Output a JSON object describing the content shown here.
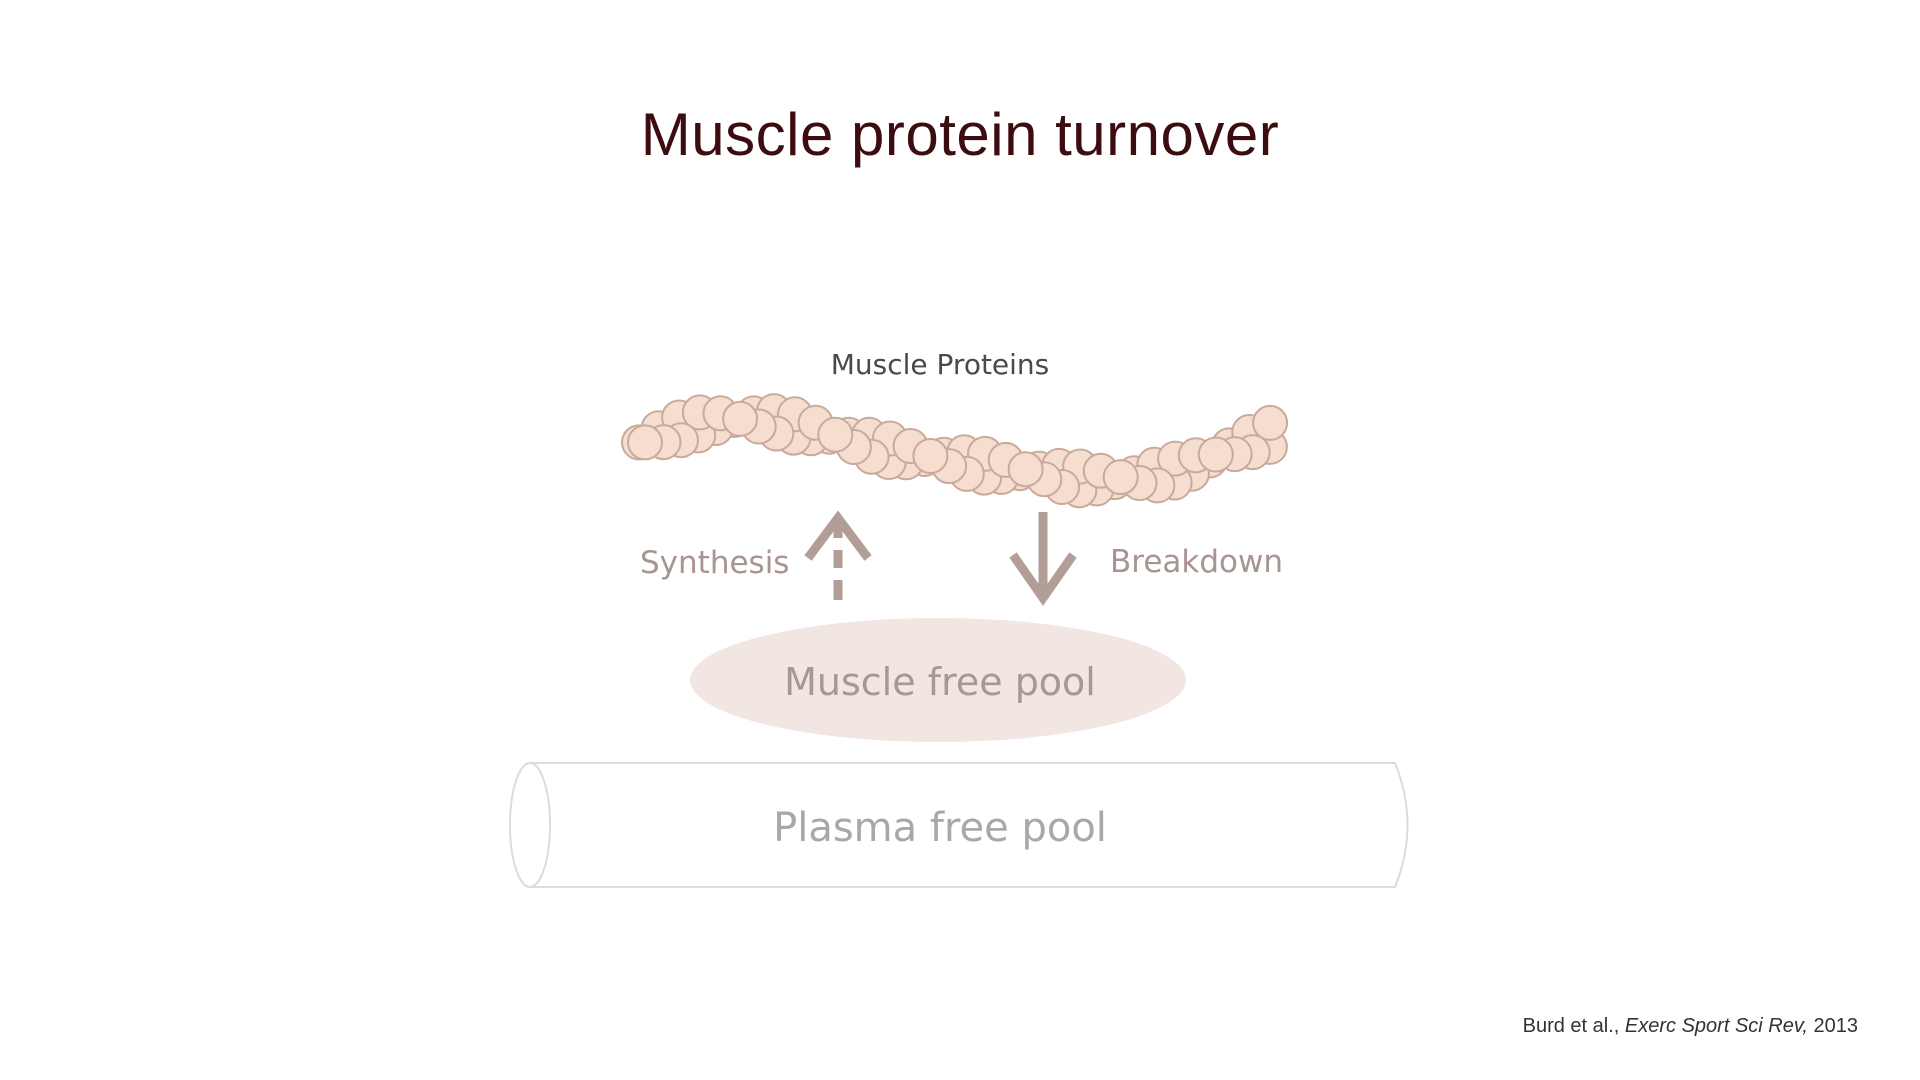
{
  "slide": {
    "title": "Muscle protein turnover",
    "labels": {
      "muscle_proteins": "Muscle Proteins",
      "synthesis": "Synthesis",
      "breakdown": "Breakdown",
      "muscle_free_pool": "Muscle free pool",
      "plasma_free_pool": "Plasma free pool"
    },
    "citation": {
      "authors": "Burd et al.",
      "separator": ",",
      "journal": "Exerc Sport Sci Rev,",
      "year": "2013"
    }
  },
  "colors": {
    "title": "#3b0d10",
    "bead_fill": "#f5ddd0",
    "bead_stroke": "#c9aa9a",
    "arrow": "#b29e97",
    "muscle_pool_fill": "#f1e6e1",
    "plasma_pool_stroke": "#dcdcdc"
  },
  "icons": {
    "synthesis_arrow": "dashed-up-arrow",
    "breakdown_arrow": "down-arrow"
  }
}
